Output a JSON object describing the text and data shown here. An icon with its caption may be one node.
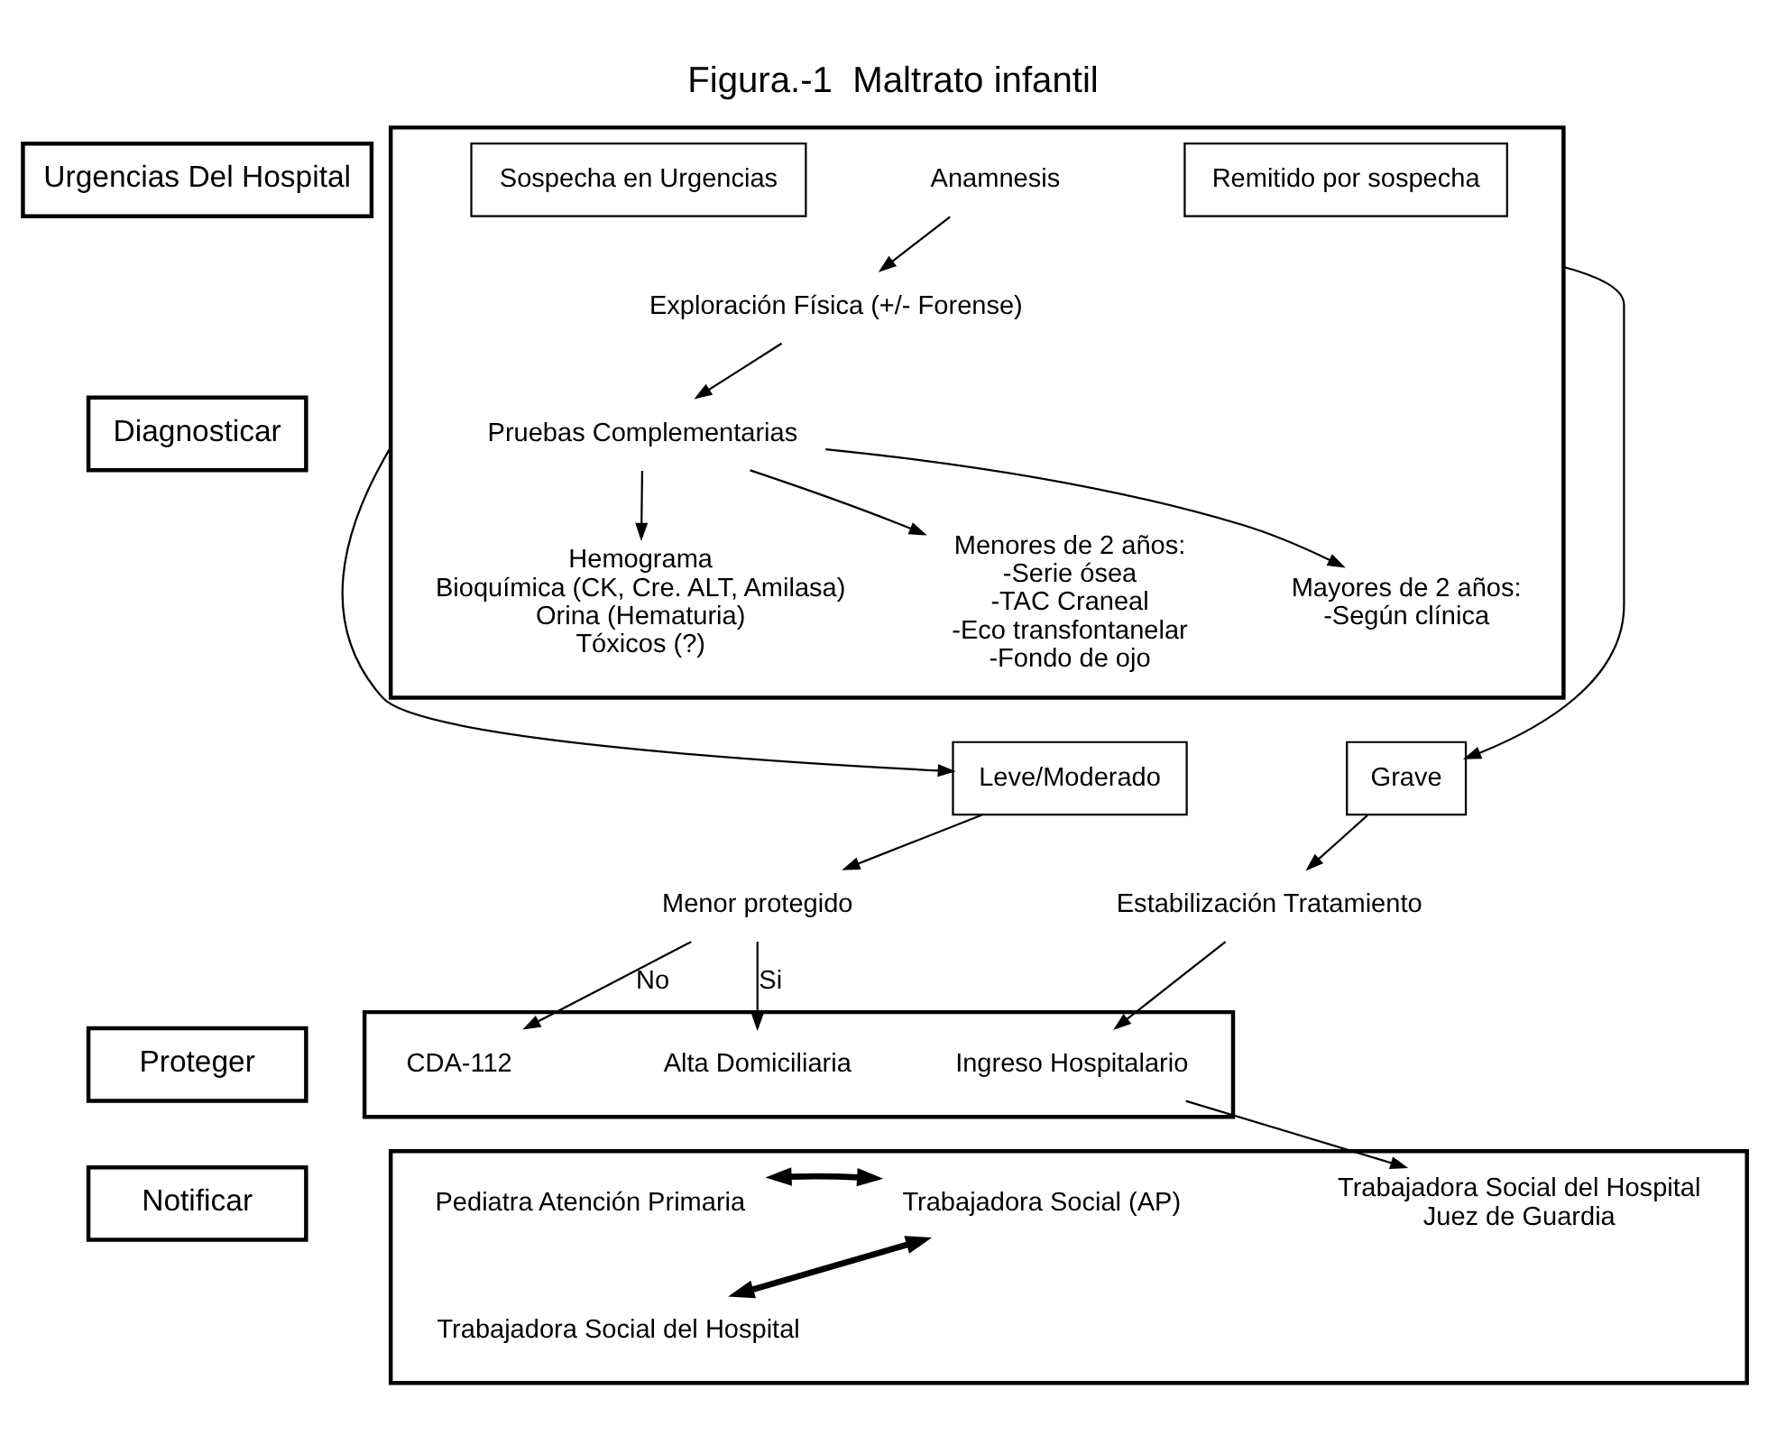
{
  "diagram": {
    "title": "Figura.-1  Maltrato infantil",
    "nodes": [
      {
        "text": [
          "Urgencias Del Hospital"
        ]
      },
      {
        "text": [
          "Diagnosticar"
        ]
      },
      {
        "text": [],
        "shape": "box"
      },
      {
        "text": [
          "Sospecha en Urgencias"
        ],
        "in": 2
      },
      {
        "text": [
          "Remitido por sospecha"
        ],
        "in": 2
      },
      {
        "text": [
          "Anamnesis"
        ],
        "in": 2
      },
      {
        "text": [
          "Exploración Física (+/- Forense)"
        ],
        "in": 2
      },
      {
        "text": [
          "Pruebas Complementarias"
        ],
        "in": 2
      },
      {
        "text": [
          "Hemograma",
          "Bioquímica (CK, Cre. ALT, Amilasa)",
          "Orina (Hematuria)",
          "Tóxicos (?)"
        ],
        "in": 2
      },
      {
        "text": [
          "Menores de 2 años:",
          "-Serie ósea",
          "-TAC Craneal",
          "-Eco transfontanelar",
          "-Fondo de ojo"
        ],
        "in": 2
      },
      {
        "text": [
          "Mayores de 2 años:",
          "-Según clínica"
        ],
        "in": 2
      },
      {
        "text": [
          "Leve/Moderado"
        ]
      },
      {
        "text": [
          "Grave"
        ]
      },
      {
        "text": [
          "Menor protegido"
        ]
      },
      {
        "text": [
          "Estabilización Tratamiento"
        ]
      },
      {
        "text": [
          "Proteger"
        ]
      },
      {
        "text": [],
        "shape": "box"
      },
      {
        "text": [
          "Alta Domiciliaria"
        ],
        "in": 16
      },
      {
        "text": [
          "CDA-112"
        ],
        "in": 16
      },
      {
        "text": [
          "Ingreso Hospitalario"
        ],
        "in": 16
      },
      {
        "text": [
          "Notificar"
        ]
      },
      {
        "text": [],
        "shape": "box"
      },
      {
        "text": [
          "Pediatra Atención Primaria"
        ],
        "in": 21
      },
      {
        "text": [
          "Trabajadora Social (AP)"
        ],
        "in": 21
      },
      {
        "text": [
          "Trabajadora Social del Hospital",
          "Juez de Guardia"
        ],
        "in": 21
      },
      {
        "text": [
          "Trabajadora Social del Hospital"
        ],
        "in": 21
      }
    ],
    "edges": [
      {
        "from": 5,
        "to": 6,
        "arrow": "to"
      },
      {
        "from": 6,
        "to": 7,
        "arrow": "to"
      },
      {
        "from": 7,
        "to": 8,
        "arrow": "to"
      },
      {
        "from": 7,
        "to": 9,
        "arrow": "to"
      },
      {
        "from": 7,
        "to": 10,
        "arrow": "to"
      },
      {
        "from": 2,
        "to": 11,
        "arrow": "to"
      },
      {
        "from": 2,
        "to": 12,
        "arrow": "to"
      },
      {
        "from": 11,
        "to": 13,
        "arrow": "to"
      },
      {
        "from": 13,
        "to": 17,
        "arrow": "to",
        "label": "Si"
      },
      {
        "from": 13,
        "to": 18,
        "arrow": "to",
        "label": "No"
      },
      {
        "from": 12,
        "to": 14,
        "arrow": "to"
      },
      {
        "from": 14,
        "to": 19,
        "arrow": "to"
      },
      {
        "from": 19,
        "to": 24,
        "arrow": "to"
      },
      {
        "from": 22,
        "to": 23,
        "arrow": "both",
        "style": "thick"
      },
      {
        "from": 25,
        "to": 23,
        "arrow": "both",
        "style": "thick"
      }
    ]
  }
}
